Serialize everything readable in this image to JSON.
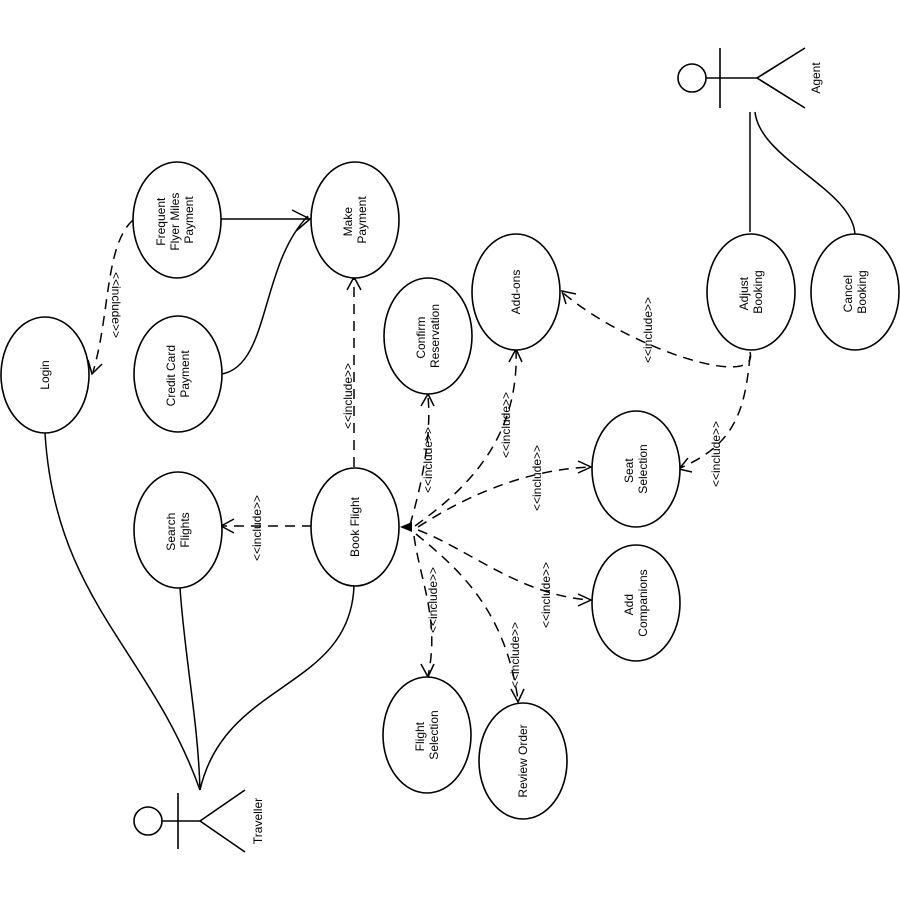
{
  "actors": {
    "traveller": "Traveller",
    "agent": "Agent"
  },
  "use_cases": {
    "login": "Login",
    "frequent_flyer": [
      "Frequent",
      "Flyer Miles",
      "Payment"
    ],
    "make_payment": [
      "Make",
      "Payment"
    ],
    "credit_card": [
      "Credit Card",
      "Payment"
    ],
    "search_flights": [
      "Search",
      "Flights"
    ],
    "book_flight": "Book Flight",
    "confirm_reservation": [
      "Confirm",
      "Reservation"
    ],
    "add_ons": "Add-ons",
    "adjust_booking": [
      "Adjust",
      "Booking"
    ],
    "cancel_booking": [
      "Cancel",
      "Booking"
    ],
    "seat_selection": [
      "Seat",
      "Selection"
    ],
    "add_companions": [
      "Add",
      "Companions"
    ],
    "flight_selection": [
      "Flight",
      "Selection"
    ],
    "review_order": "Review Order"
  },
  "stereotype": "<<include>>"
}
